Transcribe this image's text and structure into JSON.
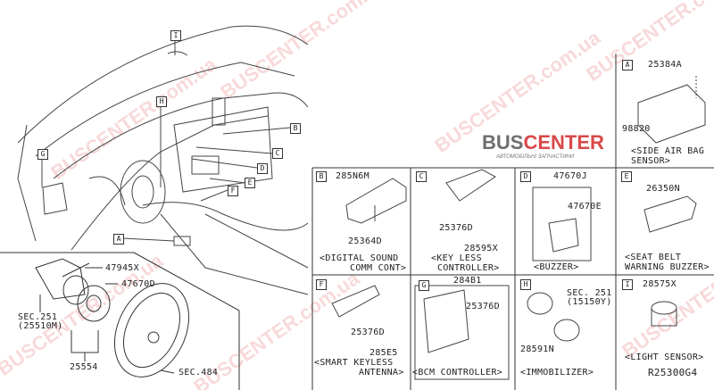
{
  "diagram_id": "R25300G4",
  "callouts": [
    "A",
    "B",
    "C",
    "D",
    "E",
    "F",
    "G",
    "H",
    "I"
  ],
  "main_view": {
    "parts": {
      "p47945x": "47945X",
      "p47670d": "47670D",
      "sec251": "SEC.251",
      "sec251_ref": "(25510M)",
      "p25554": "25554",
      "sec484": "SEC.484"
    }
  },
  "panels": {
    "A": {
      "letter": "A",
      "parts": [
        "25384A",
        "98820"
      ],
      "caption1": "<SIDE AIR BAG",
      "caption2": "SENSOR>"
    },
    "B": {
      "letter": "B",
      "parts": [
        "285N6M",
        "25364D"
      ],
      "caption1": "<DIGITAL SOUND",
      "caption2": "COMM CONT>"
    },
    "C": {
      "letter": "C",
      "parts": [
        "25376D",
        "28595X"
      ],
      "caption1": "<KEY LESS",
      "caption2": "CONTROLLER>"
    },
    "D": {
      "letter": "D",
      "parts": [
        "47670J",
        "47670E"
      ],
      "caption1": "<BUZZER>"
    },
    "E": {
      "letter": "E",
      "parts": [
        "26350N"
      ],
      "caption1": "<SEAT BELT",
      "caption2": "WARNING BUZZER>"
    },
    "F": {
      "letter": "F",
      "parts": [
        "25376D",
        "285E5"
      ],
      "caption1": "<SMART KEYLESS",
      "caption2": "ANTENNA>"
    },
    "G": {
      "letter": "G",
      "parts": [
        "284B1",
        "25376D"
      ],
      "caption1": "<BCM CONTROLLER>"
    },
    "H": {
      "letter": "H",
      "parts": [
        "SEC. 251",
        "(15150Y)",
        "28591N"
      ],
      "caption1": "<IMMOBILIZER>"
    },
    "I": {
      "letter": "I",
      "parts": [
        "28575X"
      ],
      "caption1": "<LIGHT SENSOR>"
    }
  },
  "watermark": {
    "text": "BUSCENTER.com.ua",
    "logo_a": "BUS",
    "logo_b": "CENTER",
    "logo_sub": "АВТОМОБІЛЬНІ ЗАПЧАСТИНИ"
  },
  "colors": {
    "line": "#333333",
    "watermark": "#e67878",
    "logo": "#d42a2a"
  }
}
